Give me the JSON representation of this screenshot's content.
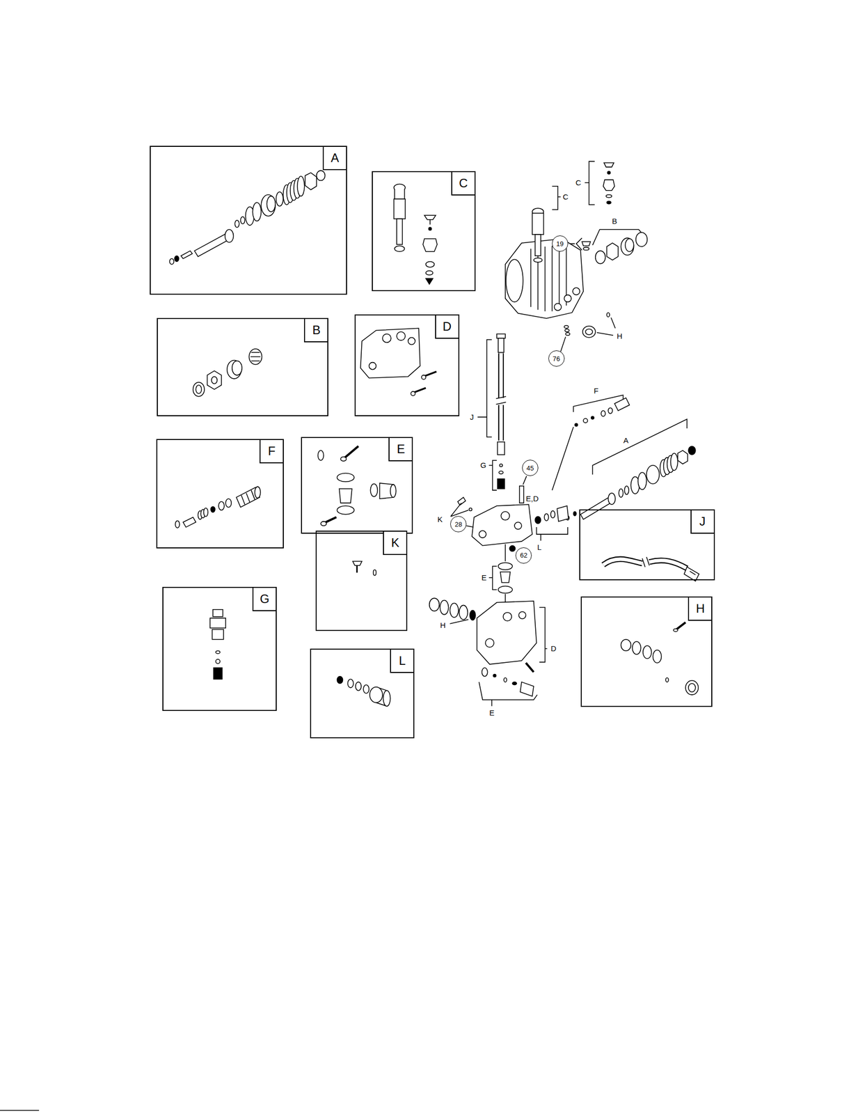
{
  "diagram": {
    "nodes": [
      {
        "text": [
          "A"
        ]
      },
      {
        "text": [
          "C"
        ]
      },
      {
        "text": [
          "B"
        ]
      },
      {
        "text": [
          "D"
        ]
      },
      {
        "text": [
          "19"
        ]
      },
      {
        "text": [
          "76"
        ]
      },
      {
        "text": [
          "F"
        ]
      },
      {
        "text": [
          "E"
        ]
      },
      {
        "text": [
          "45"
        ]
      },
      {
        "text": [
          "J"
        ]
      },
      {
        "text": [
          "28"
        ]
      },
      {
        "text": [
          "K"
        ]
      },
      {
        "text": [
          "62"
        ]
      },
      {
        "text": [
          "G"
        ]
      },
      {
        "text": [
          "H"
        ]
      },
      {
        "text": [
          "L"
        ]
      }
    ],
    "labels": [
      "C",
      "C",
      "B",
      "H",
      "F",
      "J",
      "A",
      "G",
      "E,D",
      "K",
      "L",
      "E",
      "H",
      "D",
      "E"
    ]
  }
}
